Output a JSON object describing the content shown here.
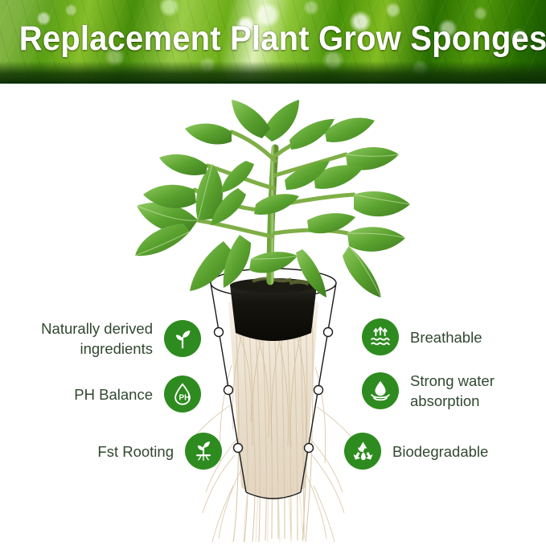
{
  "header": {
    "title": "Replacement  Plant Grow Sponges",
    "background_kind": "wet-green-leaves-photo",
    "title_color": "#ffffff",
    "band_color": "#3f7a14"
  },
  "theme": {
    "badge_green": "#2e8b1f",
    "label_text_color": "#31482f",
    "page_background": "#ffffff"
  },
  "product_image": {
    "subject": "tomato seedling in wireframe net cup with exposed root system",
    "alt_text": "Tomato seedling growing in a grow sponge with long white roots",
    "root_dot_count": 6
  },
  "features": {
    "left": [
      {
        "id": "naturally-derived-ingredients",
        "label": "Naturally derived\ningredients",
        "icon": "sprout-icon"
      },
      {
        "id": "ph-balance",
        "label": "PH Balance",
        "icon": "ph-droplet-icon",
        "icon_text": "PH"
      },
      {
        "id": "fast-rooting",
        "label": "Fst Rooting",
        "icon": "rooted-plant-icon"
      }
    ],
    "right": [
      {
        "id": "breathable",
        "label": "Breathable",
        "icon": "airflow-waves-icon"
      },
      {
        "id": "strong-water-absorption",
        "label": "Strong water\nabsorption",
        "icon": "water-absorption-icon"
      },
      {
        "id": "biodegradable",
        "label": "Biodegradable",
        "icon": "recycle-leaf-icon"
      }
    ]
  }
}
